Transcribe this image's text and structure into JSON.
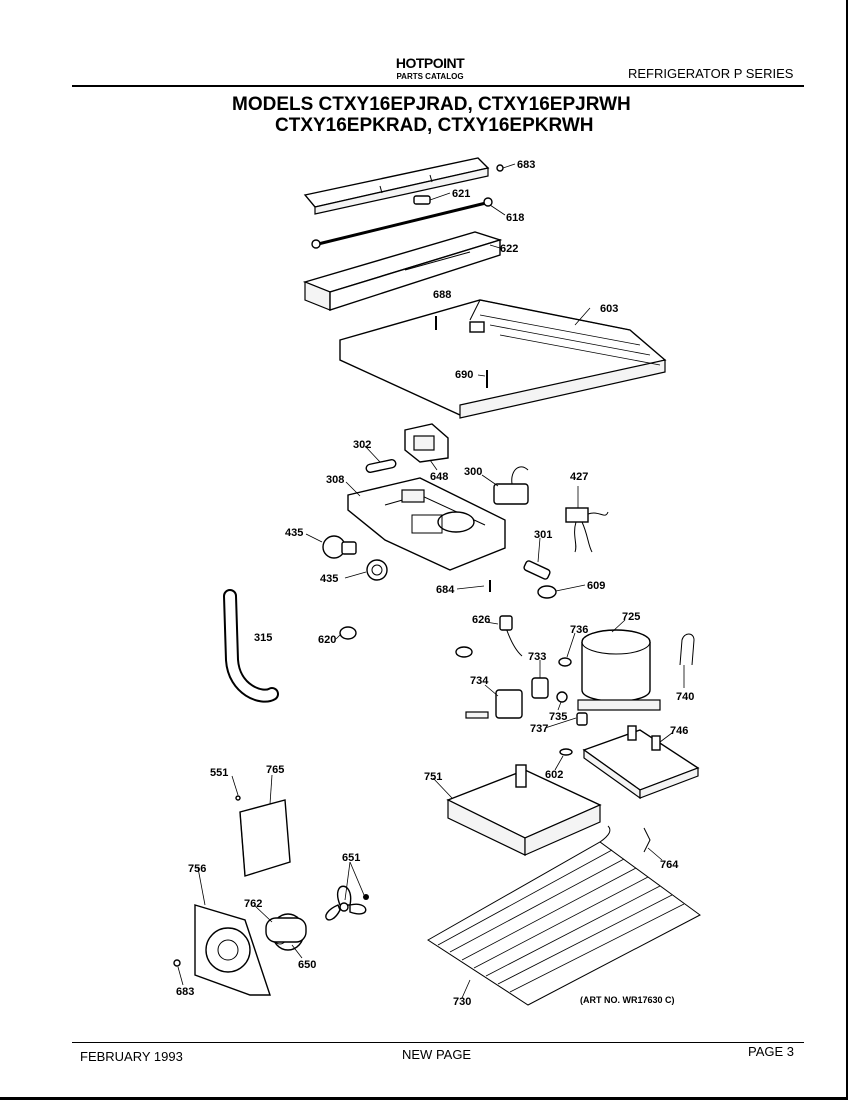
{
  "header": {
    "brand": "HOTPOINT",
    "catalog": "PARTS CATALOG",
    "series": "REFRIGERATOR P SERIES"
  },
  "title": {
    "line1": "MODELS CTXY16EPJRAD, CTXY16EPJRWH",
    "line2": "CTXY16EPKRAD, CTXY16EPKRWH"
  },
  "parts": {
    "p683a": "683",
    "p621": "621",
    "p618": "618",
    "p622": "622",
    "p688": "688",
    "p603": "603",
    "p690": "690",
    "p302": "302",
    "p648": "648",
    "p300": "300",
    "p427": "427",
    "p308": "308",
    "p435a": "435",
    "p435b": "435",
    "p301": "301",
    "p684": "684",
    "p609": "609",
    "p315": "315",
    "p620": "620",
    "p626": "626",
    "p736": "736",
    "p725": "725",
    "p733": "733",
    "p734": "734",
    "p740": "740",
    "p735": "735",
    "p737": "737",
    "p746": "746",
    "p551": "551",
    "p765": "765",
    "p751": "751",
    "p602": "602",
    "p764": "764",
    "p651": "651",
    "p756": "756",
    "p762": "762",
    "p650": "650",
    "p683b": "683",
    "p730": "730"
  },
  "art_number": "(ART NO. WR17630 C)",
  "footer": {
    "date": "FEBRUARY 1993",
    "note": "NEW PAGE",
    "page": "PAGE 3"
  }
}
